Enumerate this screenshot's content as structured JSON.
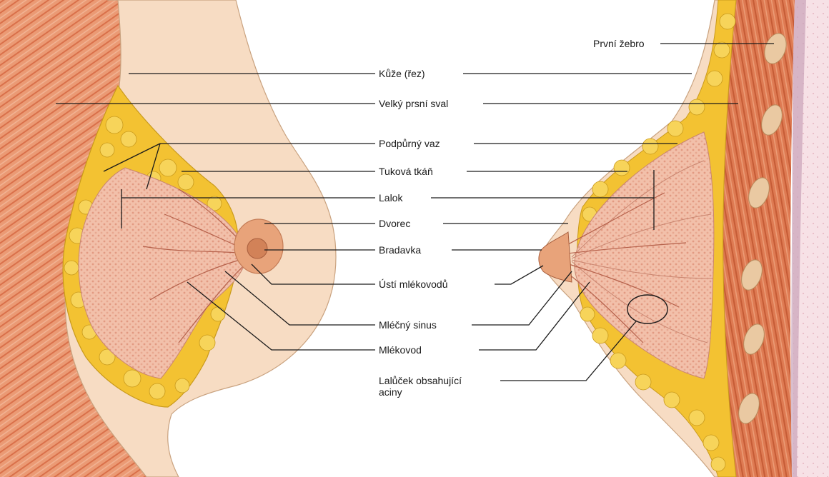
{
  "labels": {
    "prvni_zebro": "První žebro",
    "kuze": "Kůže (řez)",
    "velky_prsni_sval": "Velký prsní sval",
    "podpurny_vaz": "Podpůrný vaz",
    "tukova_tkan": "Tuková tkáň",
    "lalok": "Lalok",
    "dvorec": "Dvorec",
    "bradavka": "Bradavka",
    "usti_mlekovodu": "Ústí mlékovodů",
    "mlecny_sinus": "Mléčný sinus",
    "mlekovod": "Mlékovod",
    "lalucek_line1": "Lalůček obsahující",
    "lalucek_line2": "aciny"
  },
  "colors": {
    "skin": "#f7dcc3",
    "skin_edge": "#c9a27f",
    "muscle": "#e07a50",
    "muscle_light": "#f0a27c",
    "fat": "#f3c232",
    "fat_edge": "#c99a1c",
    "gland": "#f2b7a0",
    "gland_dark": "#d98b74",
    "areola": "#e8a37a",
    "tissue_pink": "#f6dbe2",
    "rib": "#eac9a2",
    "leader": "#1a1a1a"
  }
}
